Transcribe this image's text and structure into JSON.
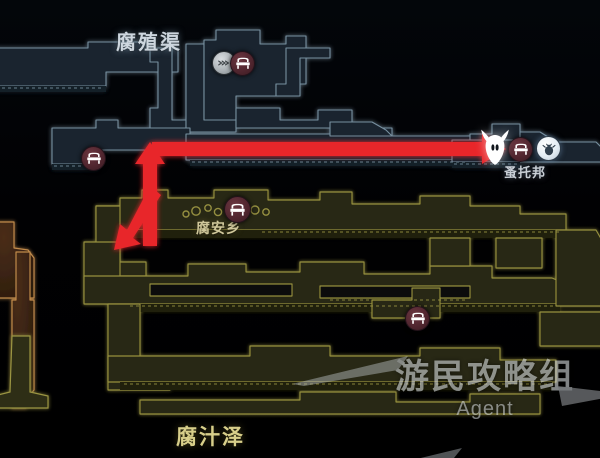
{
  "map": {
    "title_region_upper": "腐殖渠",
    "title_region_lower": "腐汁泽",
    "labels": [
      {
        "id": "humus-canal",
        "text": "腐殖渠"
      },
      {
        "id": "rot-village",
        "text": "腐安乡"
      },
      {
        "id": "rot-marsh",
        "text": "腐汁泽"
      },
      {
        "id": "fleatopia",
        "text": "蚤托邦"
      }
    ],
    "markers": [
      {
        "id": "tram-station",
        "icon": "tram-icon",
        "label": ""
      },
      {
        "id": "bench-upper-right",
        "icon": "bench-icon",
        "label": ""
      },
      {
        "id": "bench-upper-left",
        "icon": "bench-icon",
        "label": ""
      },
      {
        "id": "bench-rot-village",
        "icon": "bench-icon",
        "label": "腐安乡"
      },
      {
        "id": "bench-lower-right",
        "icon": "bench-icon",
        "label": ""
      },
      {
        "id": "bench-fleatopia",
        "icon": "bench-icon",
        "label": "蚤托邦"
      },
      {
        "id": "bug-fleatopia",
        "icon": "bug-icon",
        "label": "蚤托邦"
      },
      {
        "id": "player",
        "icon": "player-marker-icon",
        "label": ""
      }
    ],
    "route_arrows": [
      {
        "id": "arrow-east",
        "direction": "right"
      },
      {
        "id": "arrow-north",
        "direction": "up"
      },
      {
        "id": "arrow-southwest",
        "direction": "down-left"
      }
    ],
    "colors": {
      "background": "#010103",
      "upper_region_stroke": "#7e97a8",
      "upper_region_fill": "#1b2630",
      "lower_region_stroke": "#9b9543",
      "lower_region_fill": "#2b2a12",
      "left_structure_stroke": "#c99050",
      "left_structure_fill": "#3b2615",
      "route_arrow": "#e8262b",
      "bench_pin": "#51262f",
      "tram_pin": "#aeb4b8",
      "bug_pin": "#e4edf4"
    }
  },
  "watermark": {
    "cn": "游民攻略组",
    "en": "Agent"
  }
}
